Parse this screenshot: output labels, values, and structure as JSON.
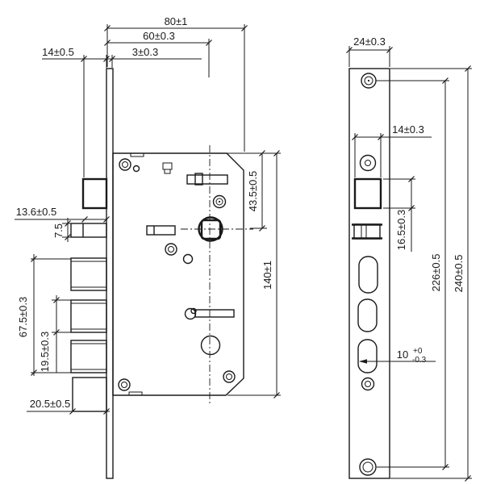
{
  "drawing": {
    "kind": "technical-drawing",
    "subject": "mortise lock case and faceplate",
    "colors": {
      "ink": "#1a1a1a",
      "background": "#ffffff"
    }
  },
  "dimensions": {
    "body_depth": {
      "text": "80±1"
    },
    "backset": {
      "text": "60±0.3"
    },
    "deadbolt_throw": {
      "text": "14±0.5"
    },
    "faceplate_thickness": {
      "text": "3±0.3"
    },
    "latch_throw": {
      "text": "13.6±0.5"
    },
    "latch_height": {
      "text": "7.5"
    },
    "bolt_span": {
      "text": "67.5±0.3"
    },
    "bolt_pitch": {
      "text": "19.5±0.3"
    },
    "bottom_block_depth": {
      "text": "20.5±0.5"
    },
    "spindle_from_top": {
      "text": "43.5±0.5"
    },
    "case_height": {
      "text": "140±1"
    },
    "plate_width": {
      "text": "24±0.3"
    },
    "cutout_width": {
      "text": "14±0.3"
    },
    "cutout_height": {
      "text": "16.5±0.3"
    },
    "screw_hole_spacing": {
      "text": "226±0.5"
    },
    "plate_height": {
      "text": "240±0.5"
    },
    "slot_width": {
      "value": "10",
      "tol_upper": "+0",
      "tol_lower": "-0.3"
    }
  }
}
